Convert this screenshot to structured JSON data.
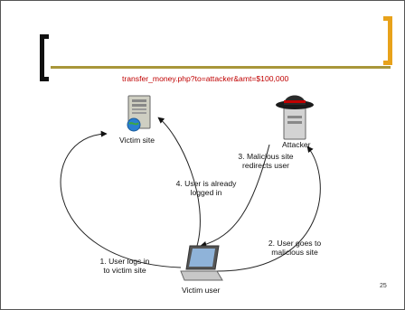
{
  "slide": {
    "url_text": "transfer_money.php?to=attacker&amt=$100,000",
    "page_number": "25"
  },
  "nodes": {
    "victim_site": "Victim site",
    "attacker": "Attacker",
    "victim_user": "Victim user"
  },
  "edges": {
    "step1_line1": "1. User logs in",
    "step1_line2": "to victim site",
    "step2_line1": "2. User goes to",
    "step2_line2": "malicious site",
    "step3_line1": "3. Malicious site",
    "step3_line2": "redirects user",
    "step4_line1": "4. User is already",
    "step4_line2": "logged in"
  },
  "colors": {
    "accent_rule": "#a8963a",
    "right_bracket": "#e8a21a",
    "url_text": "#c00000"
  },
  "icons": [
    "server-icon",
    "globe-icon",
    "attacker-server-icon",
    "hat-icon",
    "laptop-icon"
  ]
}
